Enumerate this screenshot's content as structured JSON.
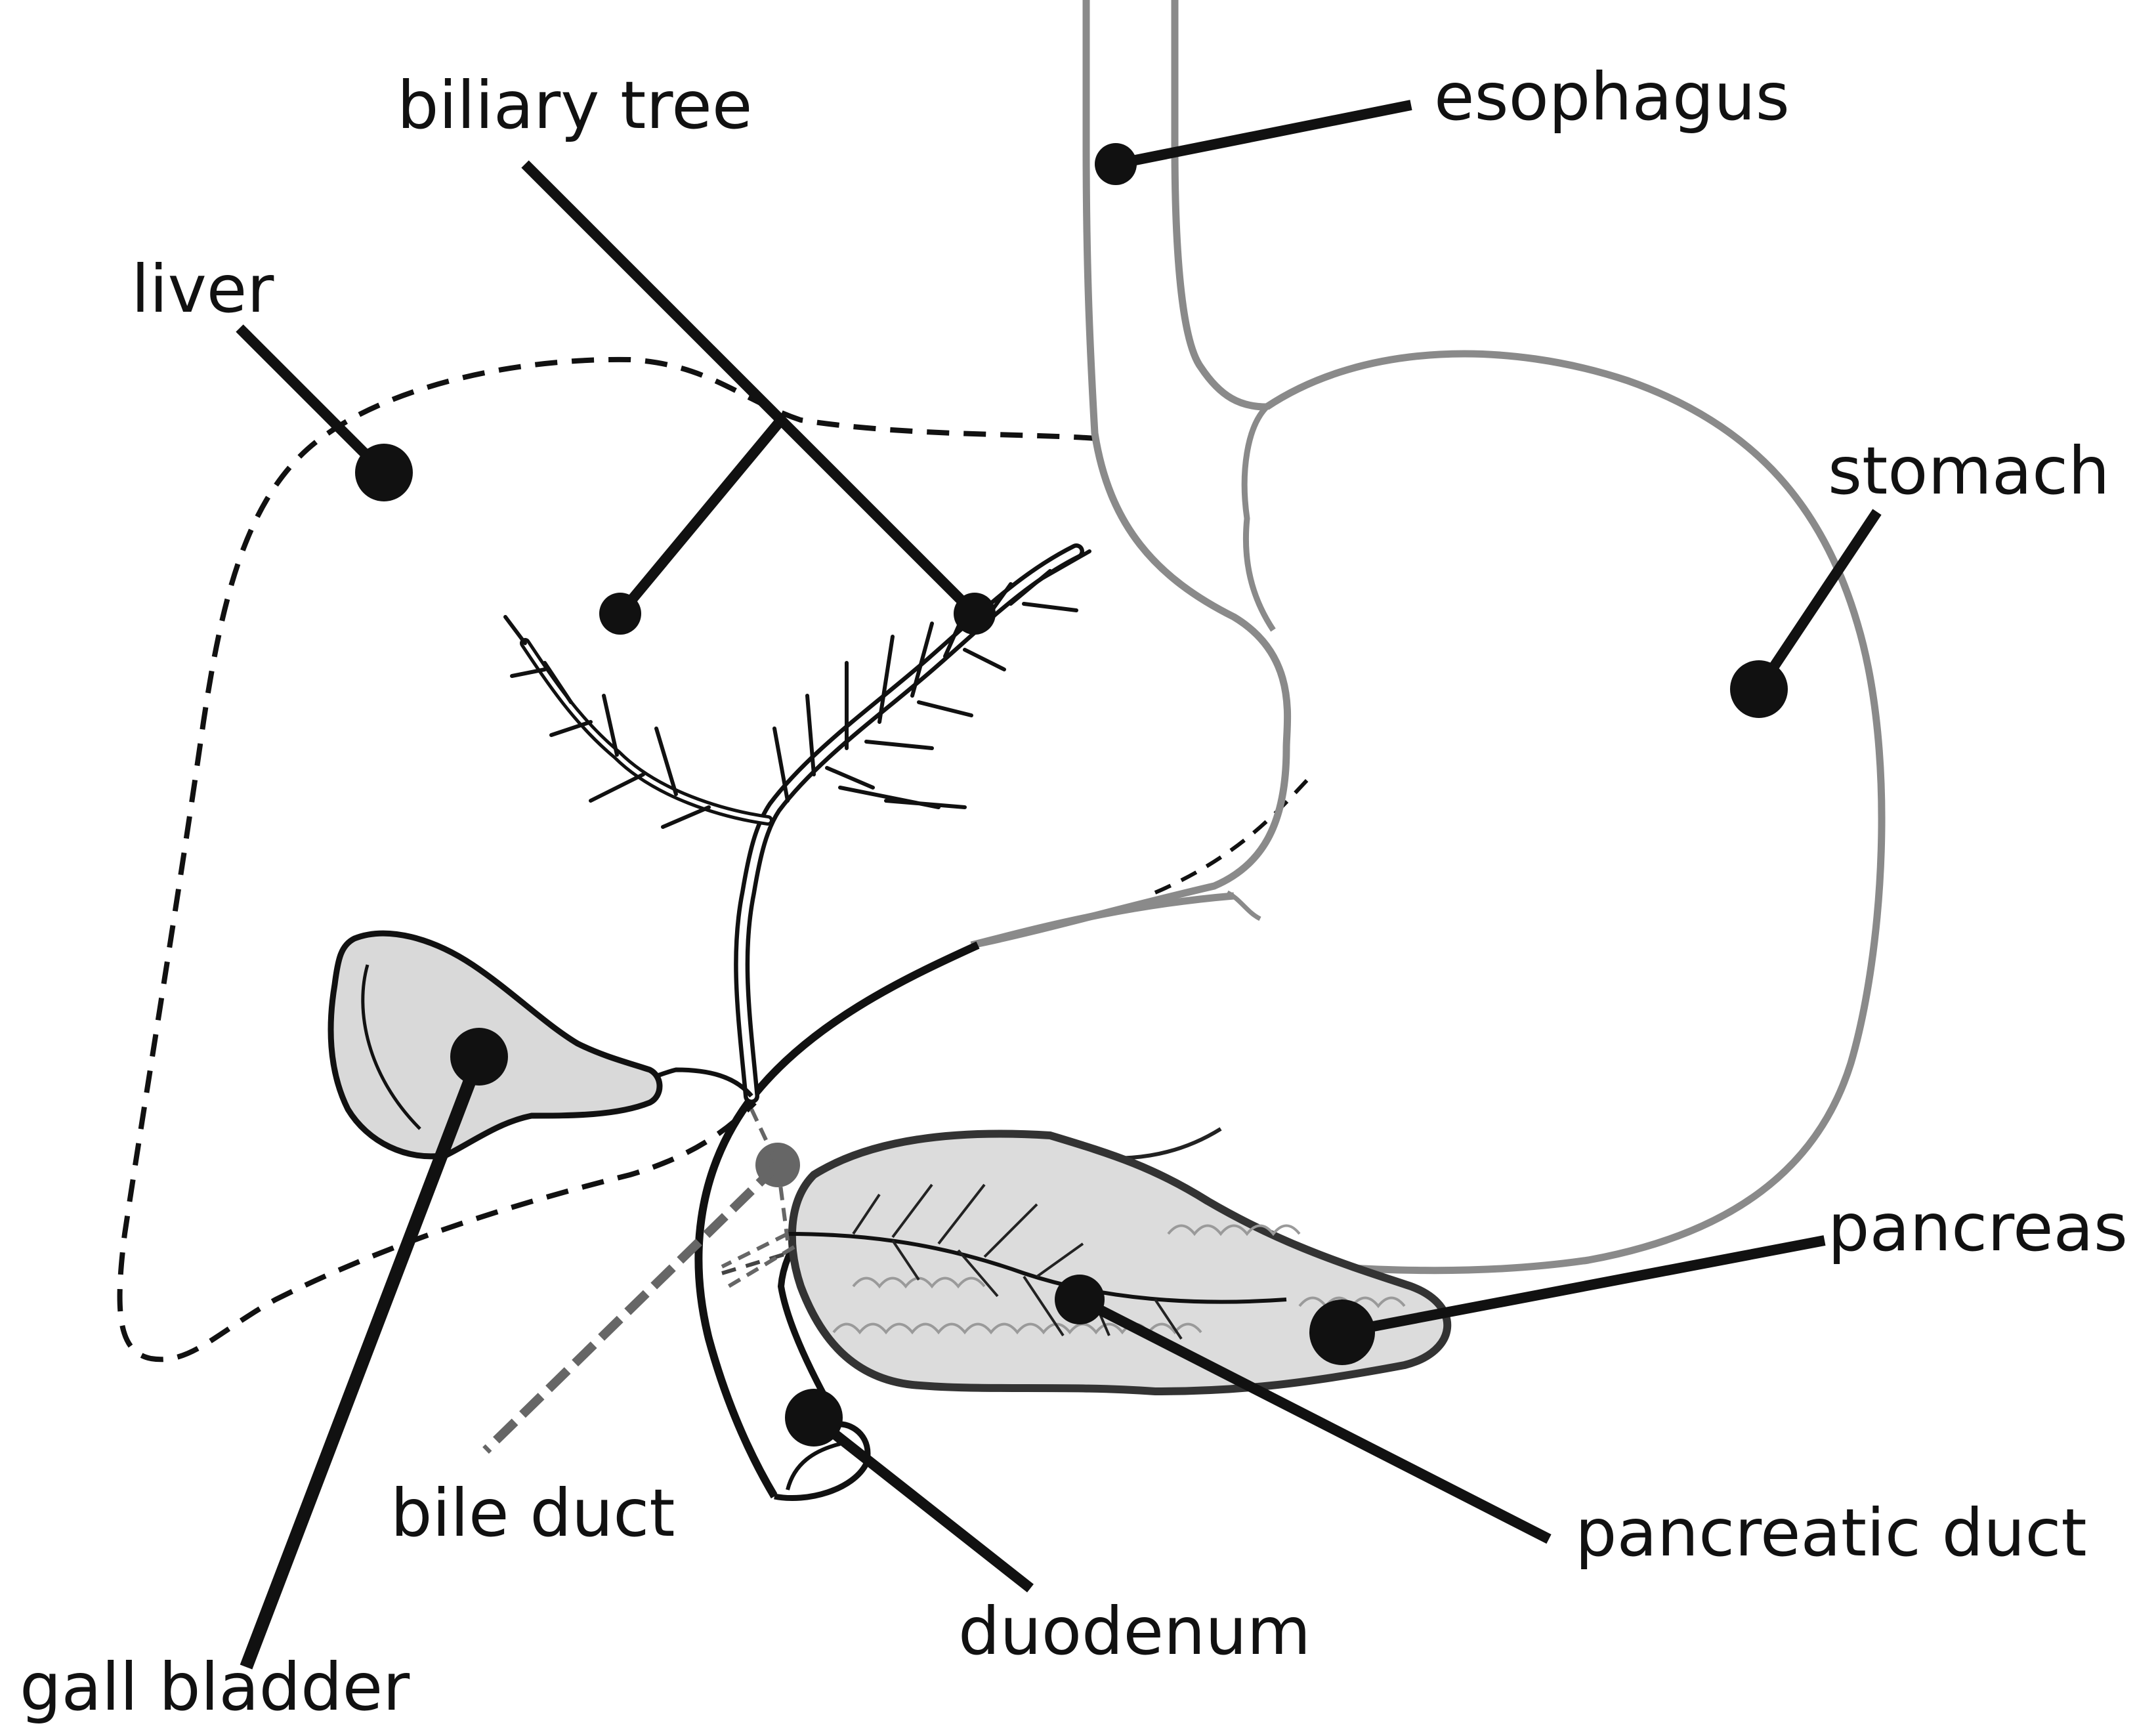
{
  "labels": {
    "esophagus": "esophagus",
    "biliary_tree": "biliary tree",
    "liver": "liver",
    "stomach": "stomach",
    "pancreas": "pancreas",
    "pancreatic_duct": "pancreatic duct",
    "bile_duct": "bile duct",
    "duodenum": "duodenum",
    "gall_bladder": "gall bladder"
  },
  "colors": {
    "ink": "#111111",
    "organ_gray": "#8a8a8a",
    "organ_fill": "#d9d9d9",
    "duct_gray": "#666666"
  }
}
